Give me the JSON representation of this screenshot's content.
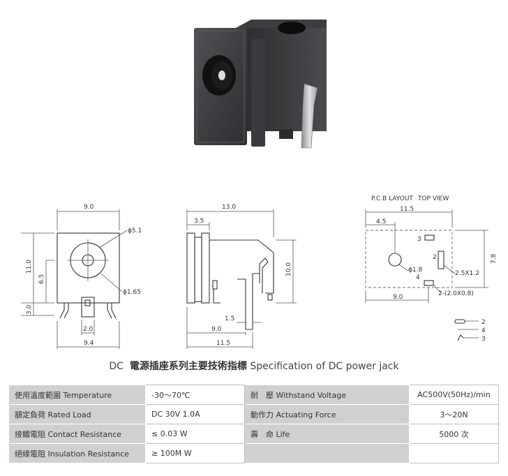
{
  "pcb_header": {
    "layout": "P.C.B LAYOUT",
    "view": "TOP VIEW"
  },
  "front_view": {
    "width": "9.0",
    "height": "11.0",
    "upper": "6.5",
    "lower": "3.0",
    "pin_width": "2.0",
    "bottom_width": "9.4",
    "hole": "ϕ5.1",
    "pin": "ϕ1.65"
  },
  "side_view": {
    "length": "13.0",
    "flange": "3.5",
    "height": "10.0",
    "small": "1.5",
    "mid": "9.0",
    "bottom": "11.5"
  },
  "pcb_layout": {
    "width": "11.5",
    "offset": "4.5",
    "height": "7.8",
    "bottom": "9.0",
    "hole": "ϕ1.8",
    "slot_large": "2.5X1.2",
    "slot_small": "2-(2.0X0.8)",
    "pin_2": "2",
    "pin_3": "3",
    "pin_4": "4"
  },
  "legend": {
    "pin_2": "2",
    "pin_4": "4",
    "pin_3": "3"
  },
  "spec_title": {
    "prefix": "DC",
    "cjk": "電源插座系列主要技術指標",
    "english": "Specification of DC power jack"
  },
  "spec_rows": [
    {
      "label1": "使用溫度範圍 Temperature",
      "value1": "-30～70℃",
      "label2": "耐　壓 Withstand Voltage",
      "value2": "AC500V(50Hz)/min"
    },
    {
      "label1": "額定負荷 Rated Load",
      "value1": "DC 30V 1.0A",
      "label2": "動作力 Actuating Force",
      "value2": "3～20N"
    },
    {
      "label1": "接觸電阻 Contact Resistance",
      "value1": "≤ 0.03 W",
      "label2": "壽　命 Life",
      "value2": "5000 次"
    },
    {
      "label1": "絕緣電阻 Insulation Resistance",
      "value1": "≥ 100M W",
      "label2": "",
      "value2": ""
    }
  ]
}
